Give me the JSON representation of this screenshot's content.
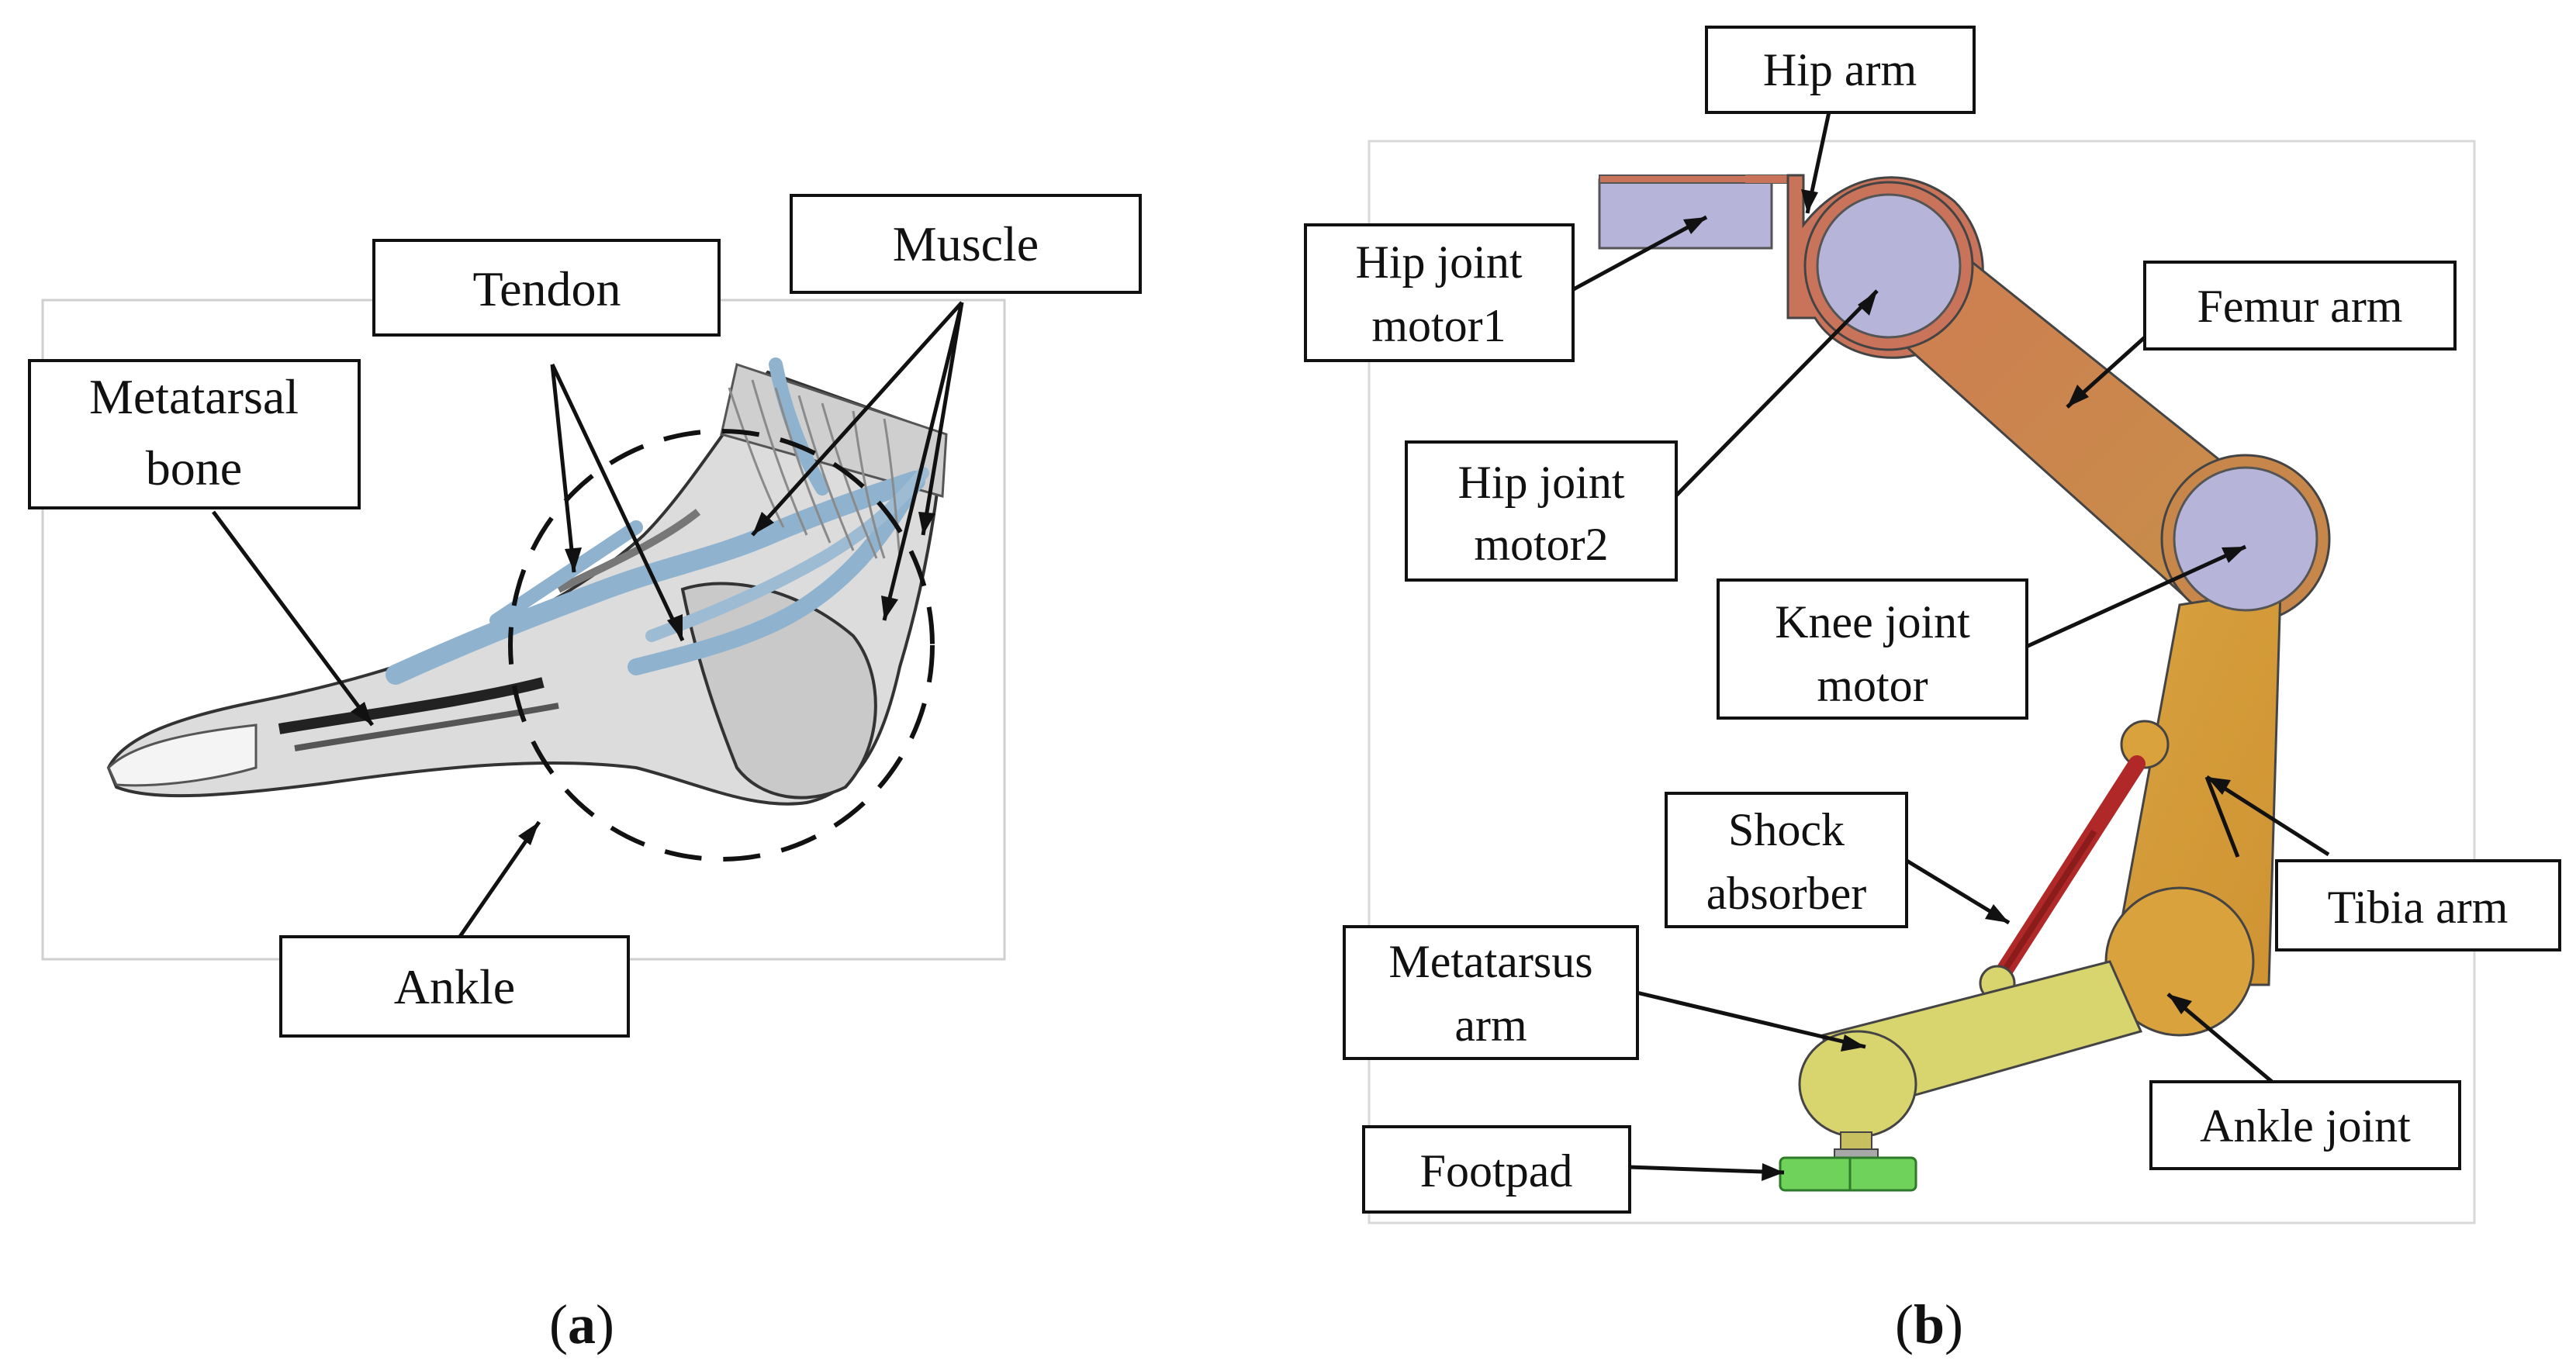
{
  "panel_a": {
    "caption_letter": "a",
    "labels": {
      "metatarsal_line1": "Metatarsal",
      "metatarsal_line2": "bone",
      "tendon": "Tendon",
      "muscle": "Muscle",
      "ankle": "Ankle"
    }
  },
  "panel_b": {
    "caption_letter": "b",
    "labels": {
      "hip_arm": "Hip arm",
      "hip_joint_motor1_line1": "Hip joint",
      "hip_joint_motor1_line2": "motor1",
      "femur_arm": "Femur arm",
      "hip_joint_motor2_line1": "Hip joint",
      "hip_joint_motor2_line2": "motor2",
      "knee_joint_motor_line1": "Knee joint",
      "knee_joint_motor_line2": "motor",
      "shock_absorber_line1": "Shock",
      "shock_absorber_line2": "absorber",
      "tibia_arm": "Tibia arm",
      "metatarsus_arm_line1": "Metatarsus",
      "metatarsus_arm_line2": "arm",
      "ankle_joint": "Ankle joint",
      "footpad": "Footpad"
    },
    "colors": {
      "hip_arm": "#c8735a",
      "femur_arm": "#c8874a",
      "tibia_arm": "#d9a23c",
      "metatarsus_arm": "#d8d46e",
      "motor": "#b6b4d8",
      "shock_absorber": "#b02828",
      "footpad": "#6fd25a"
    }
  },
  "colors": {
    "tendon_blue": "#8fb3cf",
    "line": "#111111"
  }
}
